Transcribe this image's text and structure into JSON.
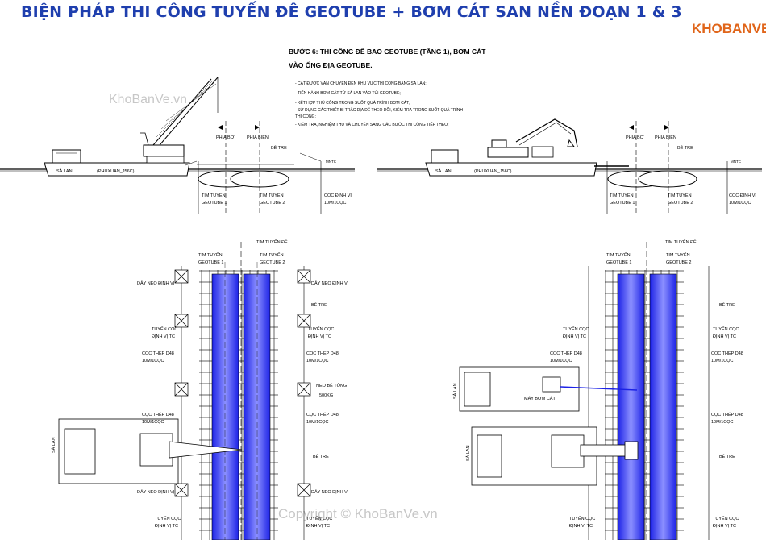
{
  "title": "BIỆN PHÁP THI CÔNG TUYẾN ĐÊ GEOTUBE + BƠM CÁT SAN NỀN ĐOẠN 1 & 3",
  "logo": "KHOBANVE",
  "watermarks": [
    "KhoBanVe.vn",
    "Copyright © KhoBanVe.vn"
  ],
  "step": {
    "heading_line1": "BƯỚC 6: THI CÔNG ĐÊ BAO GEOTUBE (TẦNG 1), BƠM CÁT",
    "heading_line2": "VÀO ỐNG ĐỊA GEOTUBE.",
    "notes": [
      "- CÁT ĐƯỢC VẬN CHUYỂN ĐẾN KHU VỰC THI CÔNG BẰNG SÀ LAN;",
      "- TIẾN HÀNH BƠM CÁT TỪ SÀ LAN VÀO TÚI GEOTUBE;",
      "- KẾT HỢP THỦ CÔNG TRONG SUỐT QUÁ TRÌNH BƠM CÁT;",
      "- SỬ DỤNG CÁC THIẾT BỊ TRẮC ĐỊA ĐỂ THEO DÕI, KIỂM TRA TRONG SUỐT QUÁ TRÌNH",
      "  THI CÔNG;",
      "- KIỂM TRA, NGHIỆM THU VÀ CHUYỂN SANG CÁC BƯỚC THI CÔNG TIẾP THEO;"
    ]
  },
  "labels": {
    "barge": "SÀ LAN",
    "barge_name": "(PHUXUAN_J56C)",
    "side_sea": "PHÍA BỜ",
    "side_river": "PHÍA BIỂN",
    "bamboo": "BÊ TRE",
    "mnc": "MNTC",
    "axis1_l1": "TIM TUYẾN",
    "axis1_l2": "GEOTUBE 1",
    "axis2_l1": "TIM TUYẾN",
    "axis2_l2": "GEOTUBE 2",
    "pile_l1": "CỌC ĐỊNH VỊ",
    "pile_l2": "10M/1CỌC",
    "dike_axis": "TIM TUYẾN ĐÊ",
    "anchor_rope": "DÂY NEO ĐỊNH VỊ",
    "route_l1": "TUYẾN CỌC",
    "route_l2": "ĐỊNH VỊ TC",
    "steel_l1": "CỌC THÉP D48",
    "steel_l2": "10M/1CỌC",
    "concrete_l1": "NEO BÊ TÔNG",
    "concrete_l2": "500KG",
    "pump": "MÁY BƠM CÁT"
  }
}
